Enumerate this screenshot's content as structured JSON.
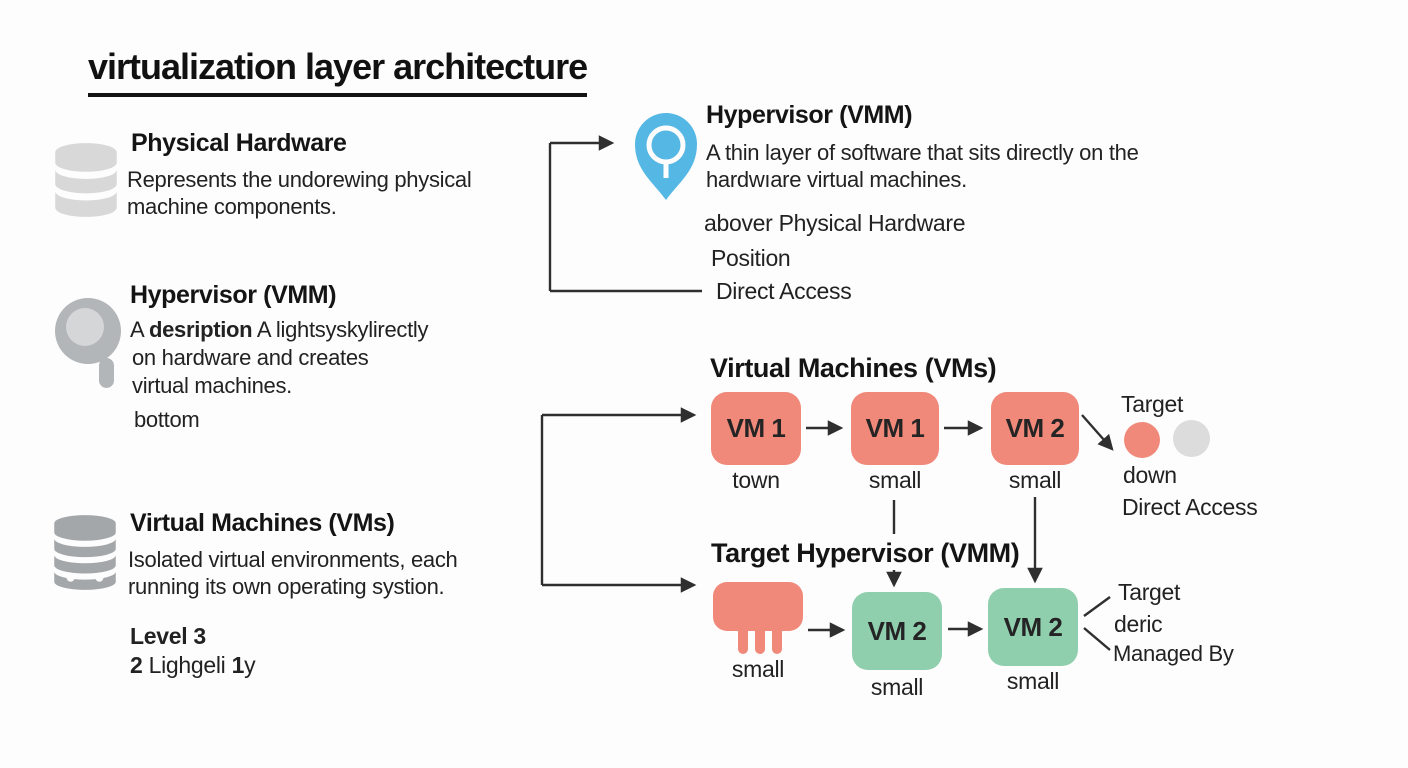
{
  "title": "virtualization layer architecture",
  "left": {
    "physical_hardware": {
      "title": "Physical Hardware",
      "line1": "Represents the undorewing physical",
      "line2": "machine components."
    },
    "hypervisor": {
      "title": "Hypervisor (VMM)",
      "desc_prefix": "A ",
      "desc_bold": "desription",
      "desc_rest": " A lightsyskylirectly",
      "line2": "on hardware and creates",
      "line3": "virtual machines.",
      "line4": "bottom"
    },
    "vms": {
      "title": "Virtual Machines (VMs)",
      "line1": "Isolated virtual environments, each",
      "line2": "running its own operating systion.",
      "level": "Level 3",
      "frag_bold1": "2",
      "frag_text1": " Lighgeli ",
      "frag_bold2": "1",
      "frag_text2": "y"
    }
  },
  "top_right": {
    "title": "Hypervisor (VMM)",
    "line1": "A thin layer of software that sits directly on the",
    "line2": "hardwıare virtual machines.",
    "note1": "abover Physical Hardware",
    "note2": "Position",
    "note3": "Direct Access"
  },
  "vm_diagram": {
    "title": "Virtual Machines (VMs)",
    "box1_label": "VM 1",
    "box1_caption": "town",
    "box2_label": "VM 1",
    "box2_caption": "small",
    "box3_label": "VM 2",
    "box3_caption": "small",
    "target_label": "Target",
    "down_label": "down",
    "direct_access_label": "Direct Access"
  },
  "target_hypervisor": {
    "title": "Target Hypervisor (VMM)",
    "comb_caption": "small",
    "box1_label": "VM 2",
    "box1_caption": "small",
    "box2_label": "VM 2",
    "box2_caption": "small",
    "note1": "Target",
    "note2": "deric",
    "note3": "Managed By"
  },
  "colors": {
    "salmon": "#f0897a",
    "green": "#90cfae",
    "blue": "#55b7e3",
    "light_gray": "#d8d8d8",
    "mid_gray": "#a4a7aa",
    "circle_gray": "#dcdcdc",
    "line": "#2f2f2f"
  }
}
